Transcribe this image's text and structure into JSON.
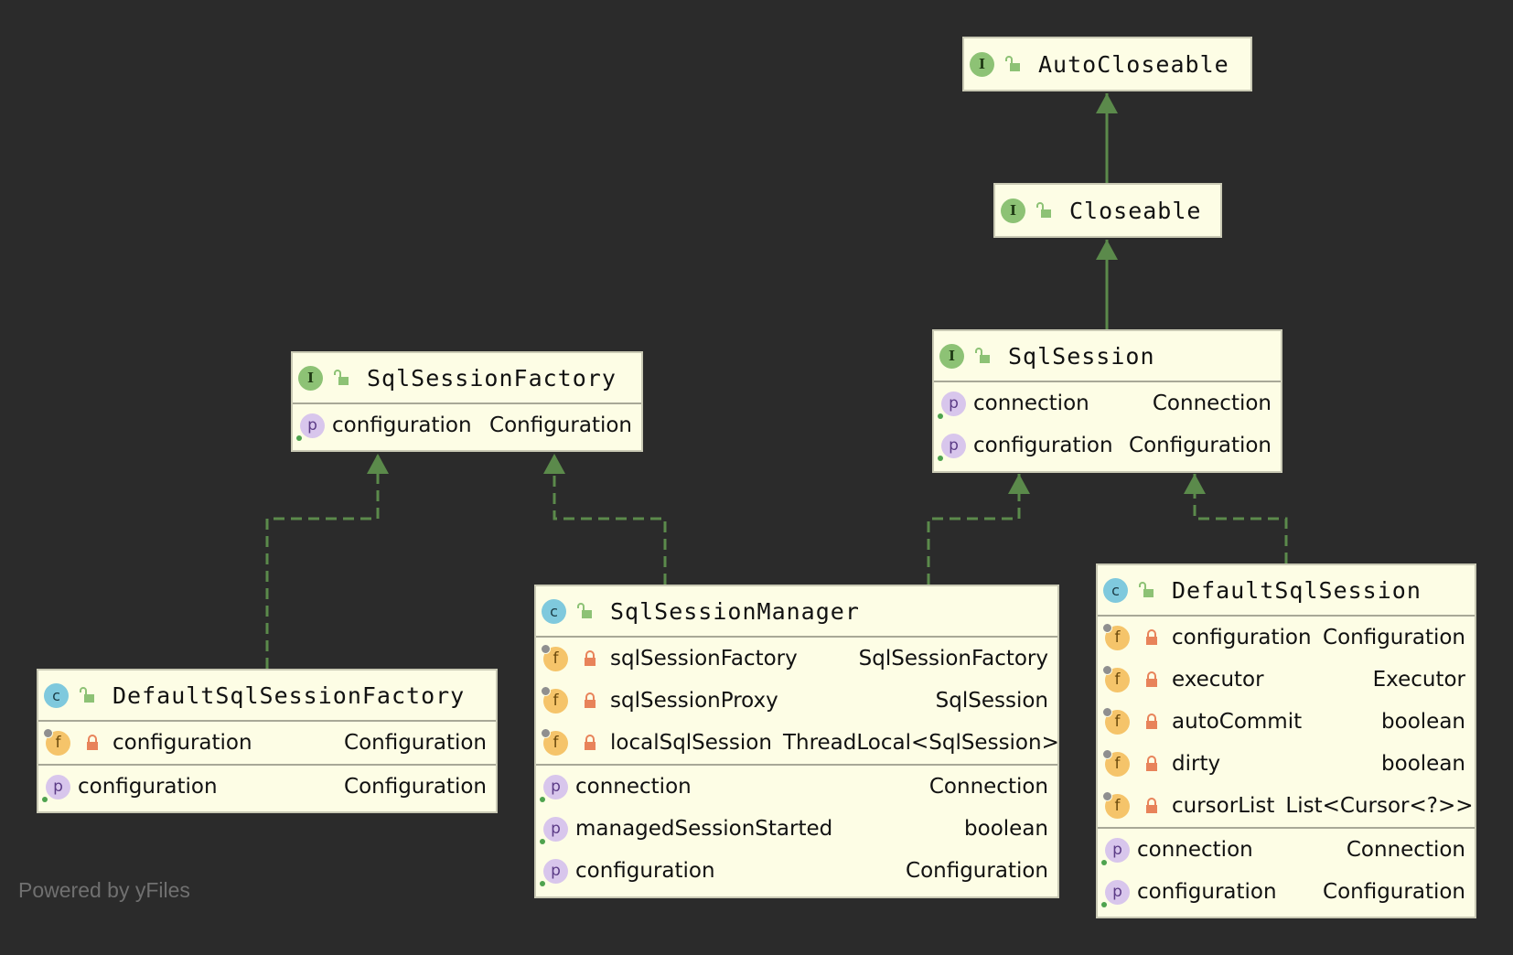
{
  "nodes": {
    "autocloseable": {
      "kind": "I",
      "title": "AutoCloseable"
    },
    "closeable": {
      "kind": "I",
      "title": "Closeable"
    },
    "sqlsession": {
      "kind": "I",
      "title": "SqlSession",
      "properties": [
        {
          "name": "connection",
          "type": "Connection"
        },
        {
          "name": "configuration",
          "type": "Configuration"
        }
      ]
    },
    "sqlsessionfactory": {
      "kind": "I",
      "title": "SqlSessionFactory",
      "properties": [
        {
          "name": "configuration",
          "type": "Configuration"
        }
      ]
    },
    "defaultsqlsessionfactory": {
      "kind": "C",
      "title": "DefaultSqlSessionFactory",
      "fields": [
        {
          "name": "configuration",
          "type": "Configuration"
        }
      ],
      "properties": [
        {
          "name": "configuration",
          "type": "Configuration"
        }
      ]
    },
    "sqlsessionmanager": {
      "kind": "C",
      "title": "SqlSessionManager",
      "fields": [
        {
          "name": "sqlSessionFactory",
          "type": "SqlSessionFactory"
        },
        {
          "name": "sqlSessionProxy",
          "type": "SqlSession"
        },
        {
          "name": "localSqlSession",
          "type": "ThreadLocal<SqlSession>"
        }
      ],
      "properties": [
        {
          "name": "connection",
          "type": "Connection"
        },
        {
          "name": "managedSessionStarted",
          "type": "boolean"
        },
        {
          "name": "configuration",
          "type": "Configuration"
        }
      ]
    },
    "defaultsqlsession": {
      "kind": "C",
      "title": "DefaultSqlSession",
      "fields": [
        {
          "name": "configuration",
          "type": "Configuration"
        },
        {
          "name": "executor",
          "type": "Executor"
        },
        {
          "name": "autoCommit",
          "type": "boolean"
        },
        {
          "name": "dirty",
          "type": "boolean"
        },
        {
          "name": "cursorList",
          "type": "List<Cursor<?>>"
        }
      ],
      "properties": [
        {
          "name": "connection",
          "type": "Connection"
        },
        {
          "name": "configuration",
          "type": "Configuration"
        }
      ]
    }
  },
  "edges": [
    {
      "from": "Closeable",
      "to": "AutoCloseable",
      "style": "extends"
    },
    {
      "from": "SqlSession",
      "to": "Closeable",
      "style": "extends"
    },
    {
      "from": "DefaultSqlSessionFactory",
      "to": "SqlSessionFactory",
      "style": "implements"
    },
    {
      "from": "SqlSessionManager",
      "to": "SqlSessionFactory",
      "style": "implements"
    },
    {
      "from": "SqlSessionManager",
      "to": "SqlSession",
      "style": "implements"
    },
    {
      "from": "DefaultSqlSession",
      "to": "SqlSession",
      "style": "implements"
    }
  ],
  "colors": {
    "background": "#2b2b2b",
    "node_fill": "#fdfde5",
    "edge": "#5b8a4b",
    "interface_badge": "#8dc275",
    "class_badge": "#7fc9dd",
    "field_badge": "#f5c46a",
    "property_badge": "#d8c6ec",
    "private_lock": "#e8835a"
  },
  "watermark": "Powered by yFiles"
}
